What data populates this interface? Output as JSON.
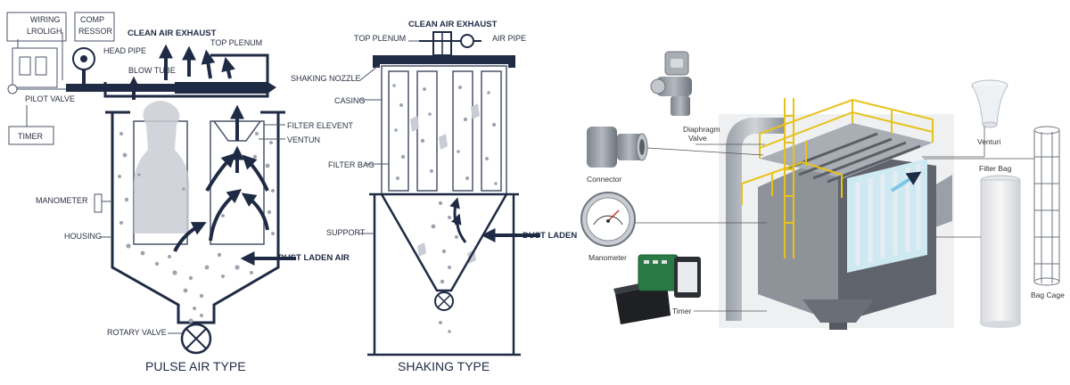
{
  "colors": {
    "navy": "#1f2a44",
    "line": "#4a5368",
    "ghost": "#c9ccd4",
    "dust": "#9ea3ae",
    "steel": "#8a9099",
    "steelDark": "#5a5f66",
    "yellow": "#e8c21a",
    "sky": "#bfe4f4"
  },
  "pulse": {
    "title": "PULSE AIR TYPE",
    "labels": {
      "wiring": "WIRING",
      "lroligh": "LROLIGH",
      "comp1": "COMP",
      "comp2": "RESSOR",
      "head_pipe": "HEAD PIPE",
      "clean_air": "CLEAN AIR EXHAUST",
      "top_plenum": "TOP PLENUM",
      "blow_tube": "BLOW TUBE",
      "pilot_valve": "PILOT VALVE",
      "filter_element": "FILTER ELEVENT",
      "ventun": "VENTUN",
      "timer": "TIMER",
      "manometer": "MANOMETER",
      "housing": "HOUSING",
      "dust_laden_air": "DUST LADEN AIR",
      "rotary_valve": "ROTARY VALVE"
    }
  },
  "shaking": {
    "title": "SHAKING TYPE",
    "labels": {
      "clean_air": "CLEAN AIR EXHAUST",
      "top_plenum": "TOP PLENUM",
      "air_pipe": "AIR PIPE",
      "shaking_nozzle": "SHAKING NOZZLE",
      "casing": "CASING",
      "filter_bag": "FILTER BAG",
      "support": "SUPPORT",
      "dust_laden": "DUST LADEN"
    }
  },
  "components": {
    "diaphragm1": "Diaphragm",
    "diaphragm2": "Valve",
    "connector": "Connector",
    "manometer": "Manometer",
    "timer": "Timer",
    "venturi": "Venturi",
    "filter_bag": "Filter Bag",
    "bag_cage": "Bag Cage"
  }
}
